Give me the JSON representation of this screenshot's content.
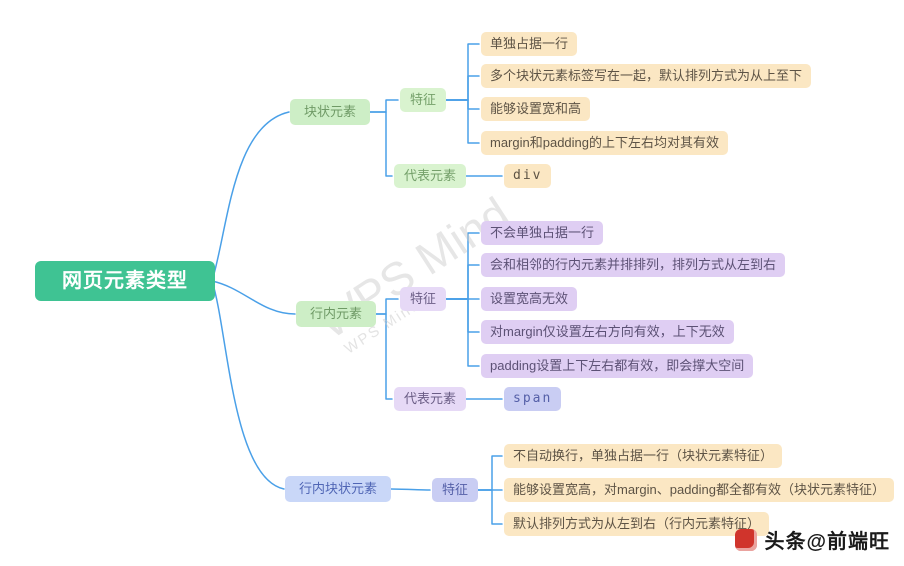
{
  "map": {
    "root": "网页元素类型",
    "branches": [
      {
        "label": "块状元素",
        "groups": [
          {
            "label": "特征",
            "items": [
              "单独占据一行",
              "多个块状元素标签写在一起，默认排列方式为从上至下",
              "能够设置宽和高",
              "margin和padding的上下左右均对其有效"
            ]
          },
          {
            "label": "代表元素",
            "items": [
              "div"
            ]
          }
        ]
      },
      {
        "label": "行内元素",
        "groups": [
          {
            "label": "特征",
            "items": [
              "不会单独占据一行",
              "会和相邻的行内元素并排排列，排列方式从左到右",
              "设置宽高无效",
              "对margin仅设置左右方向有效，上下无效",
              "padding设置上下左右都有效，即会撑大空间"
            ]
          },
          {
            "label": "代表元素",
            "items": [
              "span"
            ]
          }
        ]
      },
      {
        "label": "行内块状元素",
        "groups": [
          {
            "label": "特征",
            "items": [
              "不自动换行，单独占据一行（块状元素特征）",
              "能够设置宽高，对margin、padding都全都有效（块状元素特征）",
              "默认排列方式为从左到右（行内元素特征）"
            ]
          }
        ]
      }
    ]
  },
  "watermark": "WPS Mind",
  "footer": {
    "text": "头条@前端旺"
  },
  "colors": {
    "root_bg": "#3fc393",
    "connector": "#4aa0e8",
    "block_branch_bg": "#cdeec6",
    "block_leaf_bg": "#fbe7c3",
    "inline_leaf_bg": "#dfcef3",
    "inline_block_branch_bg": "#c9d7f8",
    "code_node_bg": "#c9cdf3",
    "footer_logo": "#d0342c"
  }
}
